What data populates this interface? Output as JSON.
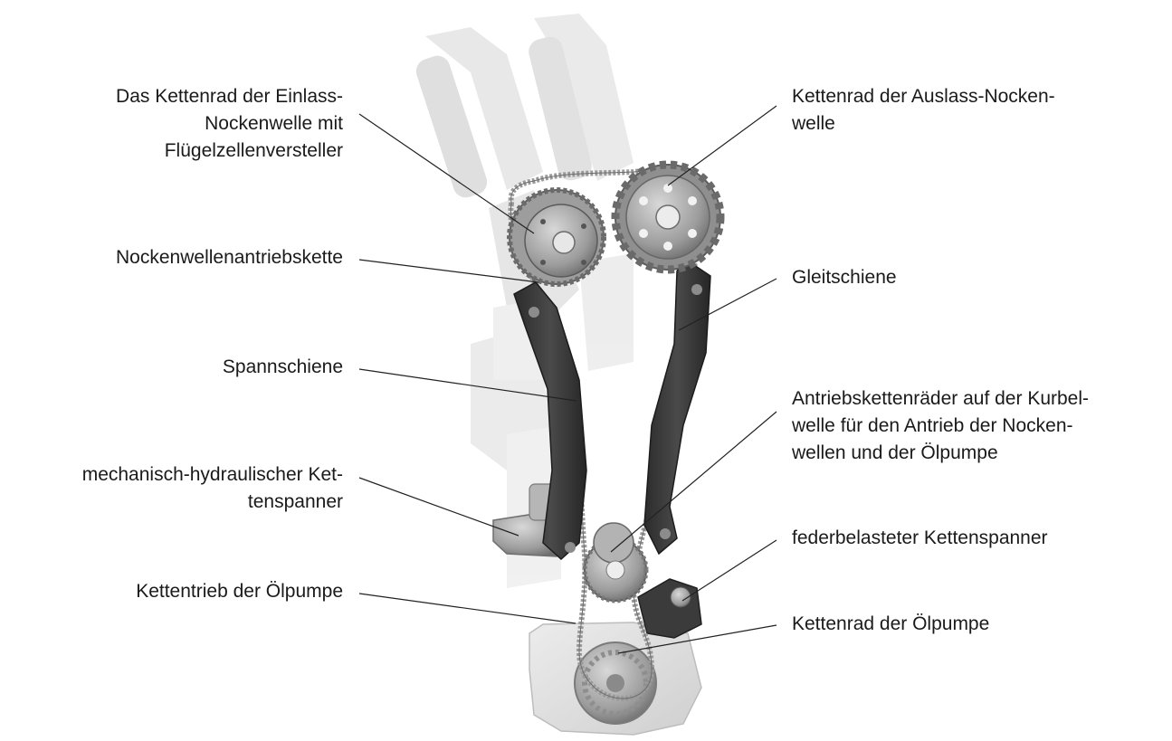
{
  "labels": {
    "intake_sprocket": [
      "Das Kettenrad der Einlass-",
      "Nockenwelle mit",
      "Flügelzellenversteller"
    ],
    "exhaust_sprocket": [
      "Kettenrad der Auslass-Nocken-",
      "welle"
    ],
    "camshaft_chain": [
      "Nockenwellenantriebskette"
    ],
    "guide_rail": [
      "Gleitschiene"
    ],
    "tensioner_rail": [
      "Spannschiene"
    ],
    "crank_sprockets": [
      "Antriebskettenräder auf der Kurbel-",
      "welle für den Antrieb der Nocken-",
      "wellen und der Ölpumpe"
    ],
    "hydraulic_tensioner": [
      "mechanisch-hydraulischer Ket-",
      "tenspanner"
    ],
    "spring_tensioner": [
      "federbelasteter Kettenspanner"
    ],
    "oil_pump_chain": [
      "Kettentrieb der Ölpumpe"
    ],
    "oil_pump_sprocket": [
      "Kettenrad der Ölpumpe"
    ]
  },
  "colors": {
    "text": "#1a1a1a",
    "leader": "#222222",
    "rail": "#3b3b3b",
    "chain": "#9a9a9a",
    "metal": "#a8a8a8",
    "ghost": "#e2e2e2"
  }
}
